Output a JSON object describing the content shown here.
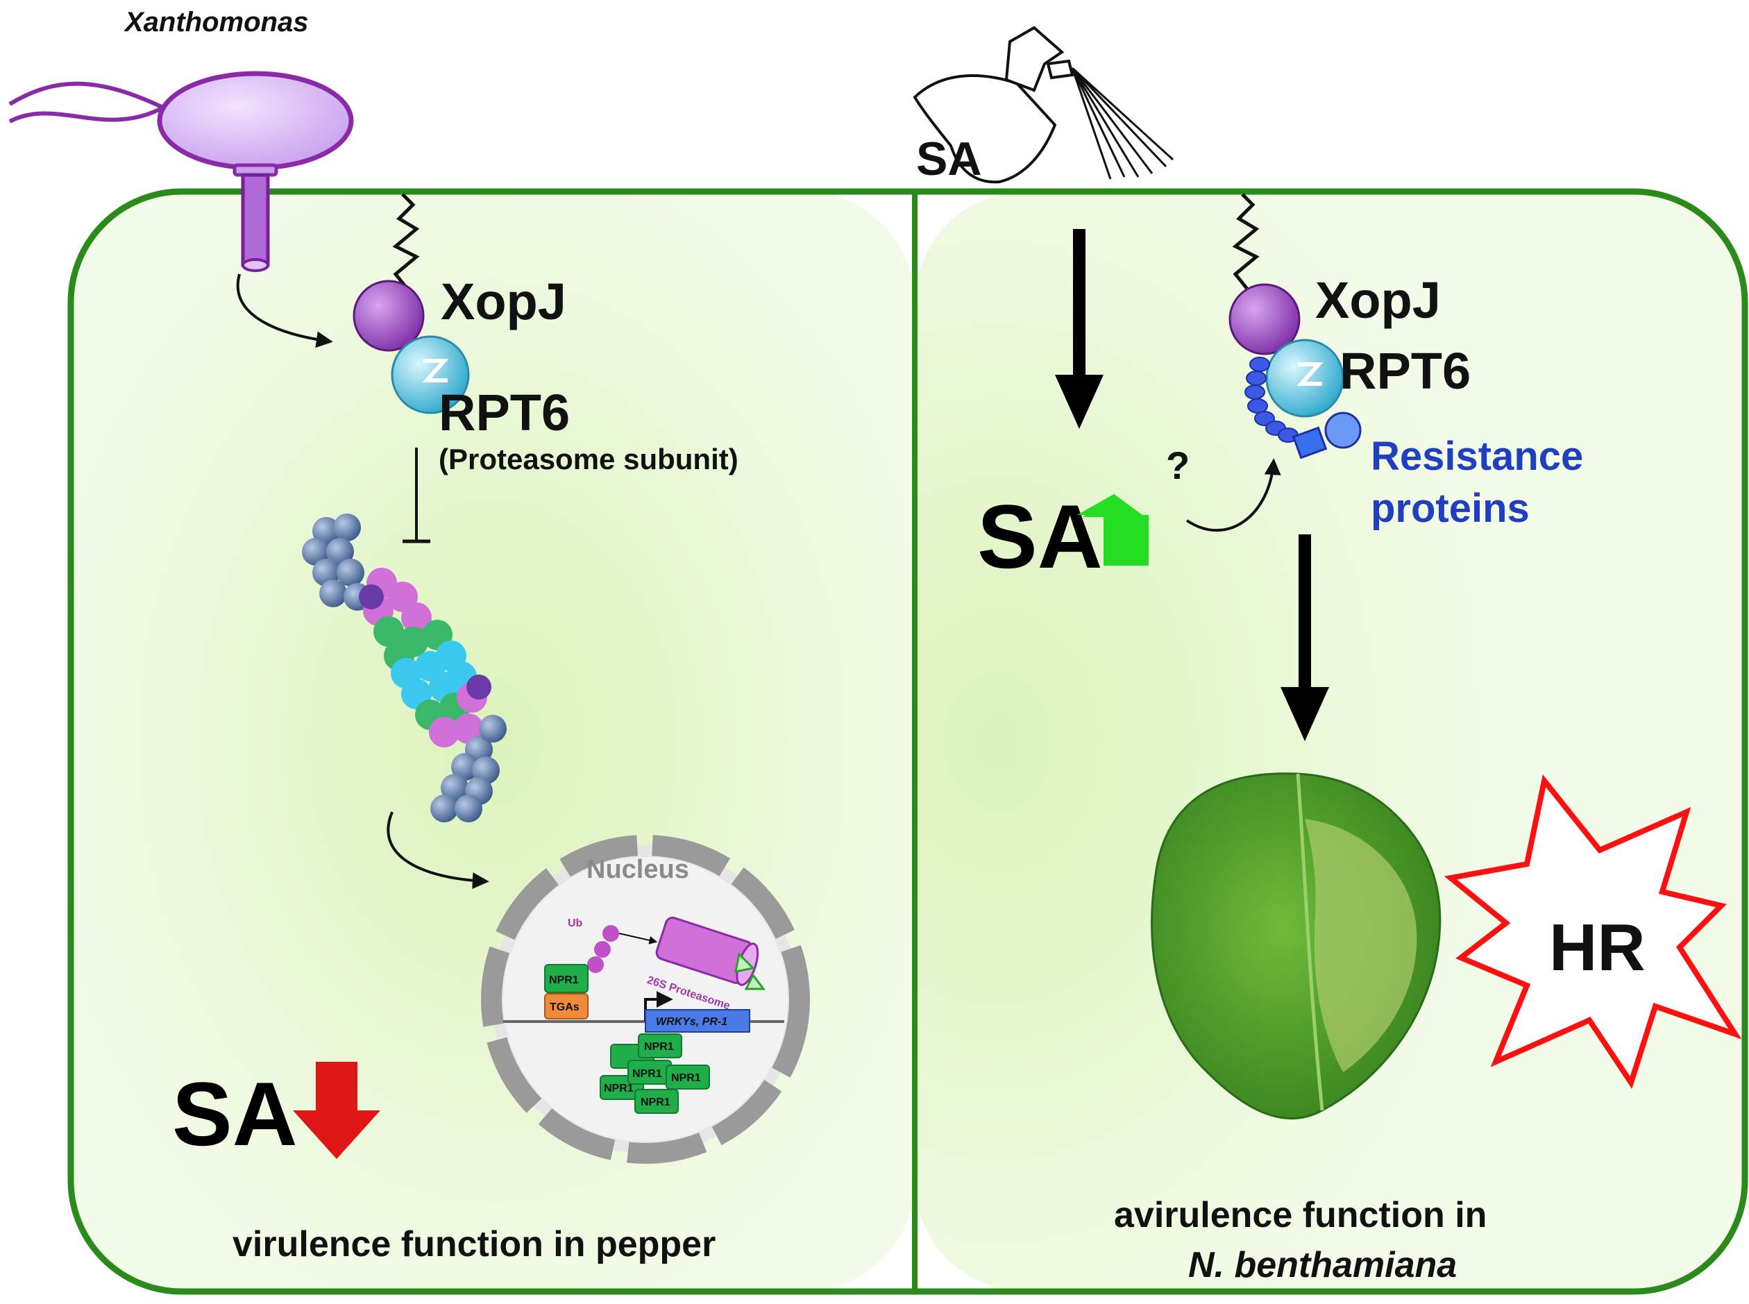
{
  "pathogen": {
    "name": "Xanthomonas"
  },
  "left_panel": {
    "effector": "XopJ",
    "target": "RPT6",
    "target_note": "(Proteasome subunit)",
    "nucleus": {
      "title": "Nucleus",
      "ub": "Ub",
      "proteasome": "26S Proteasome",
      "npr1": "NPR1",
      "tgas": "TGAs",
      "genes": "WRKYs, PR-1"
    },
    "sa_label": "SA",
    "sa_direction": "down",
    "caption": "virulence function in pepper"
  },
  "right_panel": {
    "sa_treatment": "SA",
    "effector": "XopJ",
    "target": "RPT6",
    "question_mark": "?",
    "resistance_line1": "Resistance",
    "resistance_line2": "proteins",
    "sa_label": "SA",
    "sa_direction": "up",
    "hr": "HR",
    "caption_line1": "avirulence function in",
    "caption_line2": "N. benthamiana"
  },
  "colors": {
    "cell_border": "#2a8a1a",
    "cell_fill": "#e9f7d6",
    "effector": "#9b4fc0",
    "rpt6": "#5fcfe6",
    "resistance": "#2a4fd6",
    "sa_up_arrow": "#22dd22",
    "sa_down_arrow": "#e01515",
    "hr_burst": "#ff1010",
    "npr1": "#1fae4a",
    "tgas": "#f08a3c",
    "leaf": "#4a9a2a"
  }
}
